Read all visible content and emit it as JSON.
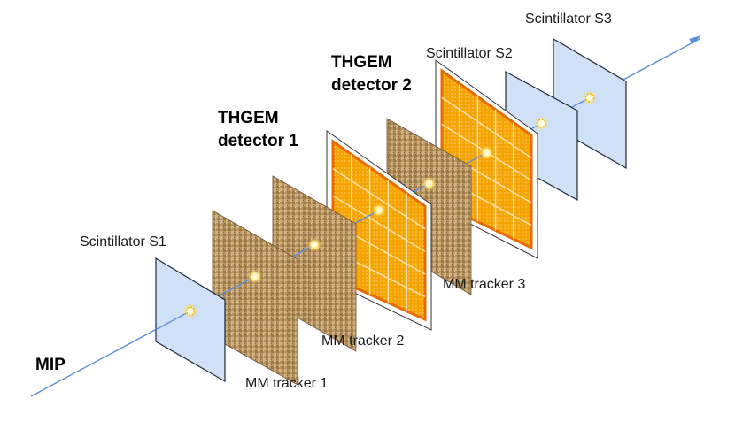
{
  "labels": {
    "mip": "MIP",
    "scintillator_s1": "Scintillator S1",
    "scintillator_s2": "Scintillator S2",
    "scintillator_s3": "Scintillator S3",
    "mm_tracker_1": "MM tracker 1",
    "mm_tracker_2": "MM tracker 2",
    "mm_tracker_3": "MM tracker 3",
    "thgem_1_line1": "THGEM",
    "thgem_1_line2": "detector 1",
    "thgem_2_line1": "THGEM",
    "thgem_2_line2": "detector 2"
  },
  "colors": {
    "beam": "#5b8fd6",
    "scintillator_fill": "#cfe0f7",
    "scintillator_edge": "#1e2a3a",
    "tracker_fill": "#b89460",
    "thgem_fill": "#f4a300",
    "thgem_border": "#e86a00",
    "thgem_grid": "#ffe2a8",
    "hit": "#ffd84a"
  }
}
